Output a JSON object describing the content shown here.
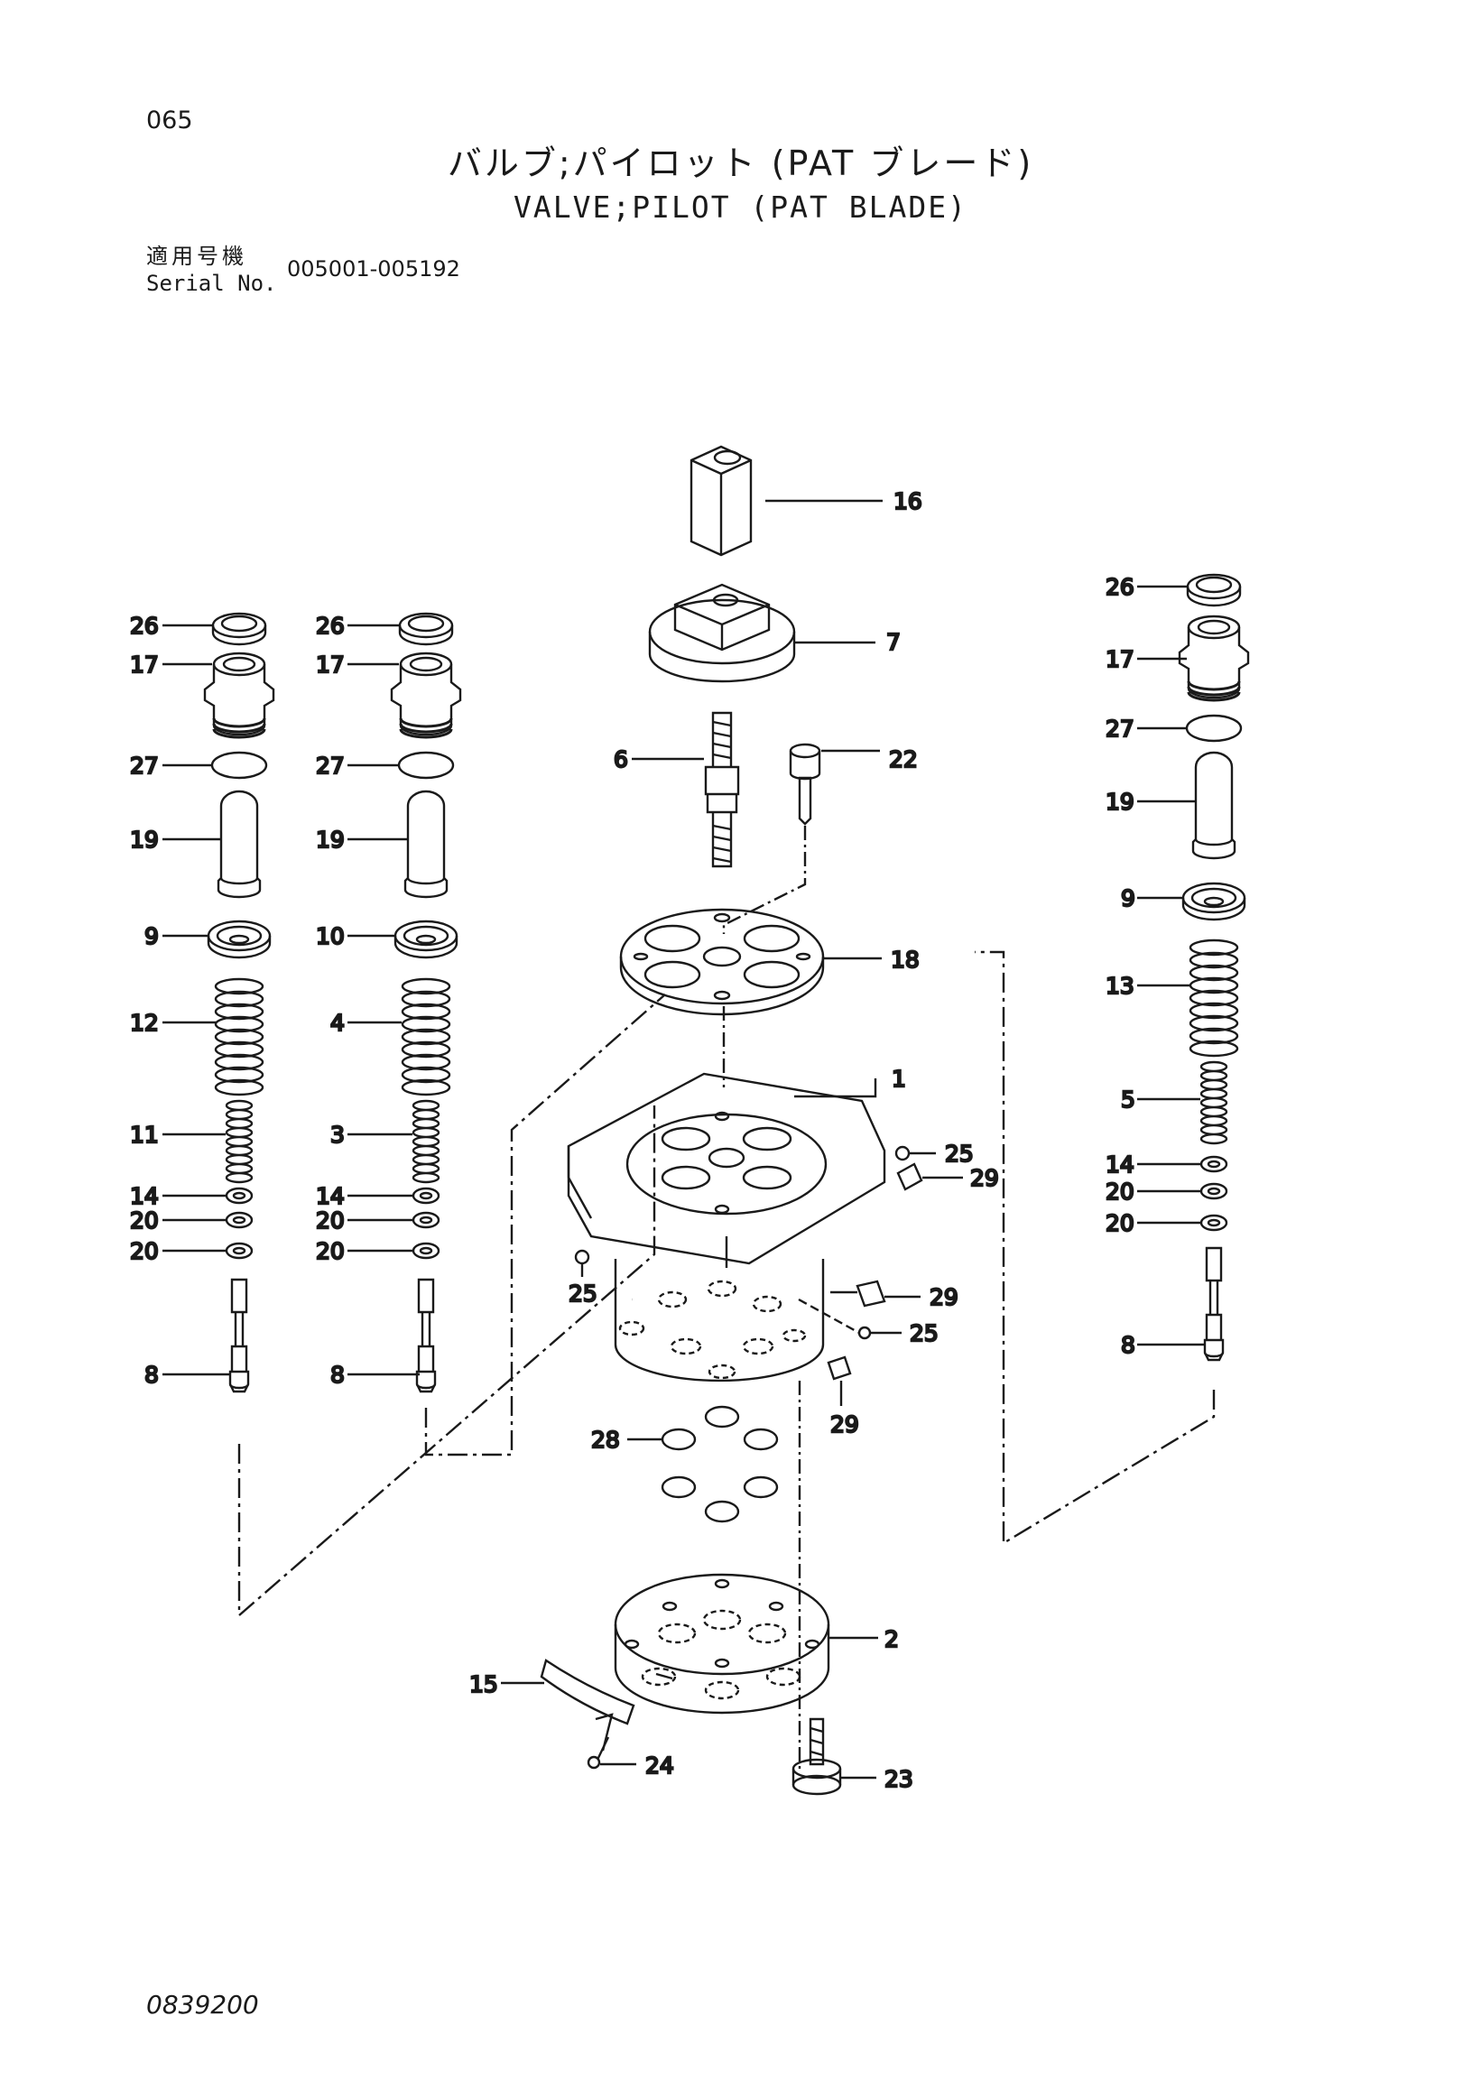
{
  "header": {
    "page_number": "065",
    "title_jp": "バルブ;パイロット (PAT ブレード)",
    "title_en": "VALVE;PILOT (PAT BLADE)",
    "serial_label_jp": "適用号機",
    "serial_label_en": "Serial No.",
    "serial_range": "005001-005192"
  },
  "footer": {
    "document_number": "0839200"
  },
  "callouts": [
    {
      "id": "c16",
      "label": "16"
    },
    {
      "id": "c7",
      "label": "7"
    },
    {
      "id": "c6",
      "label": "6"
    },
    {
      "id": "c22",
      "label": "22"
    },
    {
      "id": "c18",
      "label": "18"
    },
    {
      "id": "c1",
      "label": "1"
    },
    {
      "id": "c25a",
      "label": "25"
    },
    {
      "id": "c29a",
      "label": "29"
    },
    {
      "id": "c25b",
      "label": "25"
    },
    {
      "id": "c29b",
      "label": "29"
    },
    {
      "id": "c25c",
      "label": "25"
    },
    {
      "id": "c29c",
      "label": "29"
    },
    {
      "id": "c28",
      "label": "28"
    },
    {
      "id": "c2",
      "label": "2"
    },
    {
      "id": "c15",
      "label": "15"
    },
    {
      "id": "c24",
      "label": "24"
    },
    {
      "id": "c23",
      "label": "23"
    },
    {
      "id": "l26",
      "label": "26"
    },
    {
      "id": "l17",
      "label": "17"
    },
    {
      "id": "l27",
      "label": "27"
    },
    {
      "id": "l19",
      "label": "19"
    },
    {
      "id": "l9",
      "label": "9"
    },
    {
      "id": "l12",
      "label": "12"
    },
    {
      "id": "l11",
      "label": "11"
    },
    {
      "id": "l14",
      "label": "14"
    },
    {
      "id": "l20a",
      "label": "20"
    },
    {
      "id": "l20b",
      "label": "20"
    },
    {
      "id": "l8",
      "label": "8"
    },
    {
      "id": "m26",
      "label": "26"
    },
    {
      "id": "m17",
      "label": "17"
    },
    {
      "id": "m27",
      "label": "27"
    },
    {
      "id": "m19",
      "label": "19"
    },
    {
      "id": "m10",
      "label": "10"
    },
    {
      "id": "m4",
      "label": "4"
    },
    {
      "id": "m3",
      "label": "3"
    },
    {
      "id": "m14",
      "label": "14"
    },
    {
      "id": "m20a",
      "label": "20"
    },
    {
      "id": "m20b",
      "label": "20"
    },
    {
      "id": "m8",
      "label": "8"
    },
    {
      "id": "r26",
      "label": "26"
    },
    {
      "id": "r17",
      "label": "17"
    },
    {
      "id": "r27",
      "label": "27"
    },
    {
      "id": "r19",
      "label": "19"
    },
    {
      "id": "r9",
      "label": "9"
    },
    {
      "id": "r13",
      "label": "13"
    },
    {
      "id": "r5",
      "label": "5"
    },
    {
      "id": "r14",
      "label": "14"
    },
    {
      "id": "r20a",
      "label": "20"
    },
    {
      "id": "r20b",
      "label": "20"
    },
    {
      "id": "r8",
      "label": "8"
    }
  ]
}
